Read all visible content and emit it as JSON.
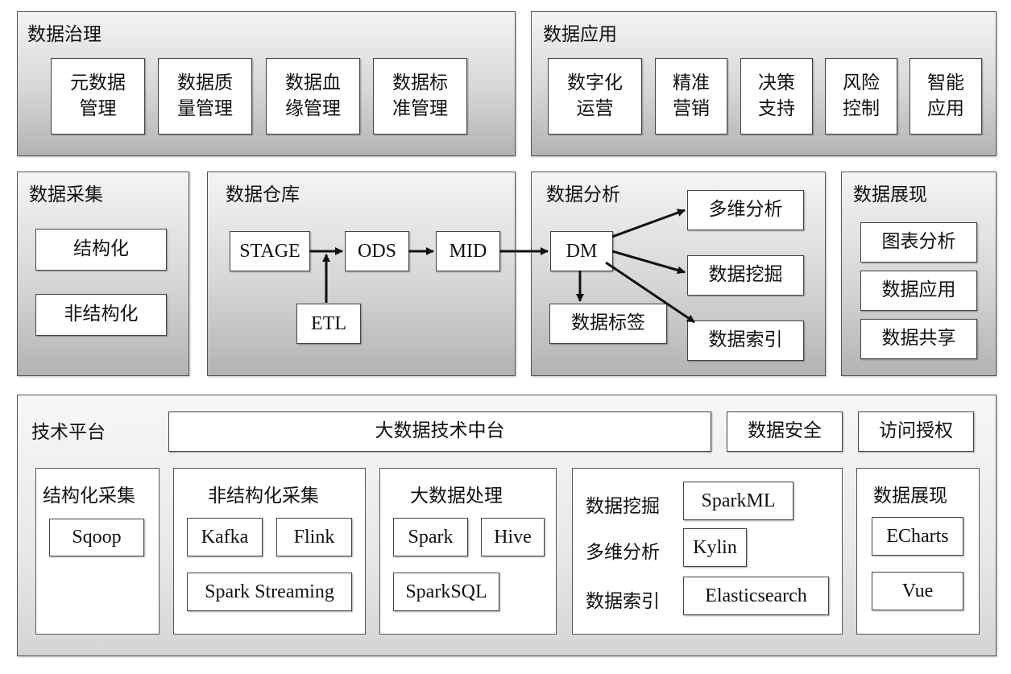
{
  "governance": {
    "title": "数据治理",
    "items": [
      "元数据\n管理",
      "数据质\n量管理",
      "数据血\n缘管理",
      "数据标\n准管理"
    ]
  },
  "application": {
    "title": "数据应用",
    "items": [
      "数字化\n运营",
      "精准\n营销",
      "决策\n支持",
      "风险\n控制",
      "智能\n应用"
    ]
  },
  "collection": {
    "title": "数据采集",
    "items": [
      "结构化",
      "非结构化"
    ]
  },
  "warehouse": {
    "title": "数据仓库",
    "stage": "STAGE",
    "ods": "ODS",
    "mid": "MID",
    "etl": "ETL"
  },
  "analysis": {
    "title": "数据分析",
    "dm": "DM",
    "tag": "数据标签",
    "olap": "多维分析",
    "mining": "数据挖掘",
    "index": "数据索引"
  },
  "presentation": {
    "title": "数据展现",
    "items": [
      "图表分析",
      "数据应用",
      "数据共享"
    ]
  },
  "platform": {
    "title": "技术平台",
    "middle": "大数据技术中台",
    "security": "数据安全",
    "auth": "访问授权",
    "structured": {
      "title": "结构化采集",
      "items": [
        "Sqoop"
      ]
    },
    "unstructured": {
      "title": "非结构化采集",
      "items": [
        "Kafka",
        "Flink",
        "Spark Streaming"
      ]
    },
    "processing": {
      "title": "大数据处理",
      "items": [
        "Spark",
        "Hive",
        "SparkSQL"
      ]
    },
    "analytics": {
      "rows": [
        {
          "label": "数据挖掘",
          "tool": "SparkML"
        },
        {
          "label": "多维分析",
          "tool": "Kylin"
        },
        {
          "label": "数据索引",
          "tool": "Elasticsearch"
        }
      ]
    },
    "display": {
      "title": "数据展现",
      "items": [
        "ECharts",
        "Vue"
      ]
    }
  }
}
